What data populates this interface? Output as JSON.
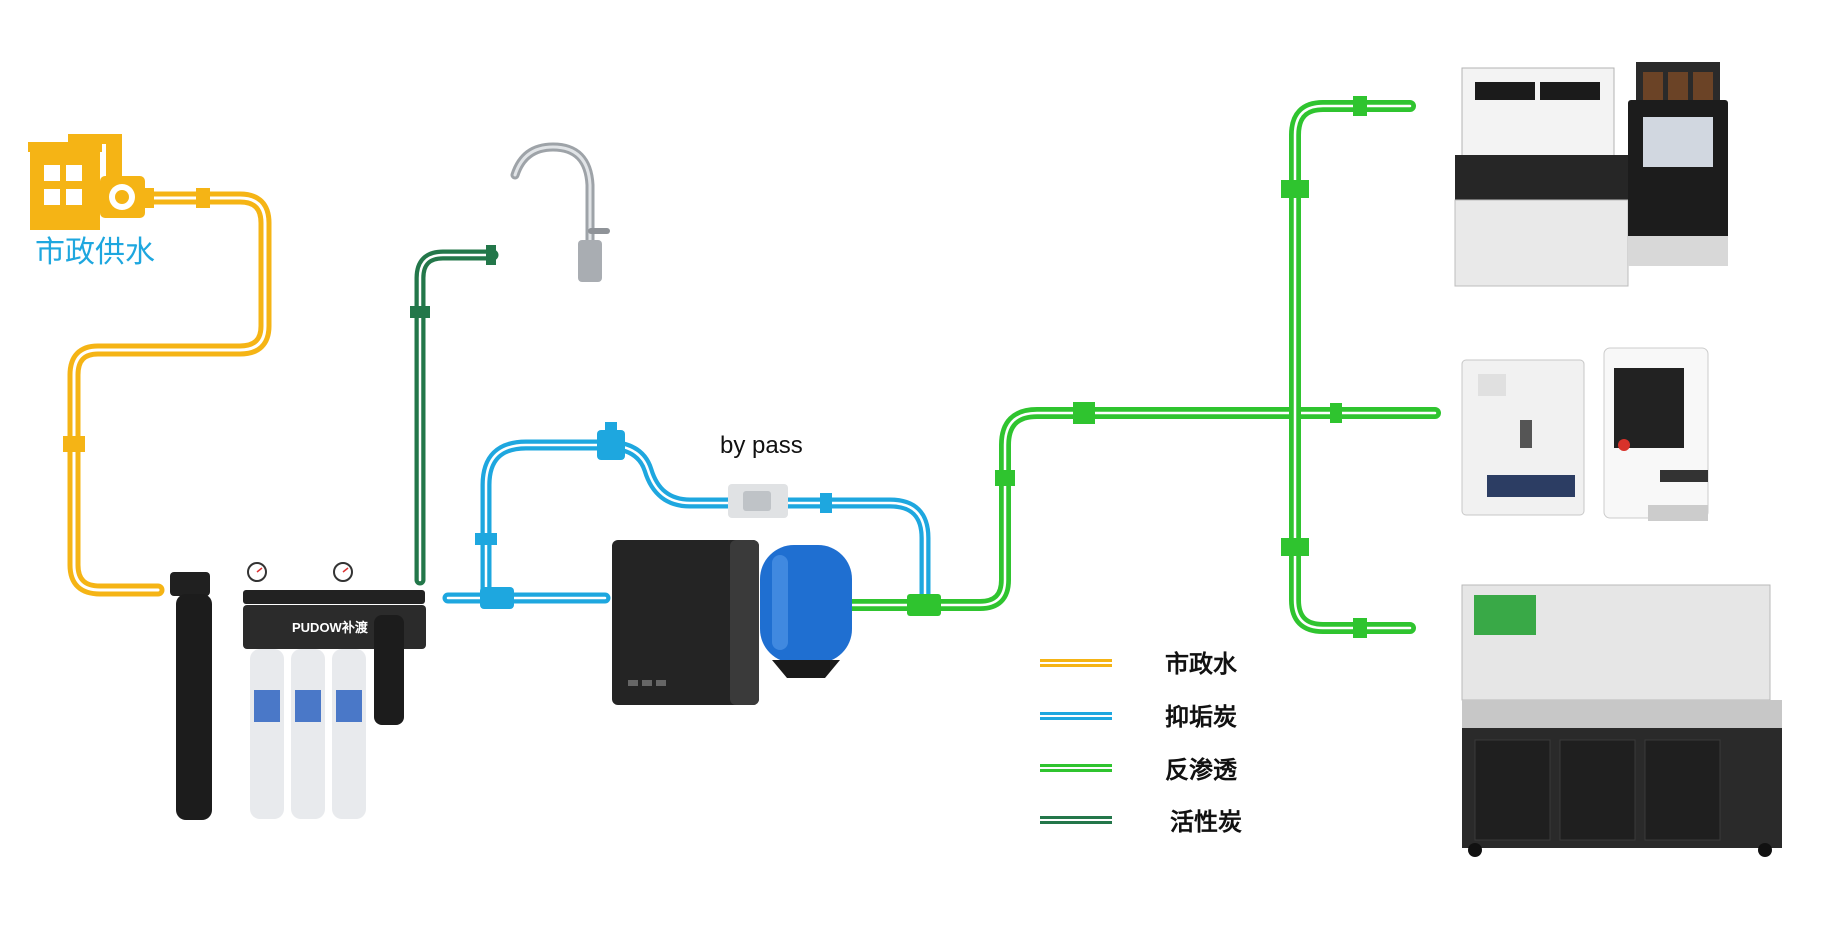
{
  "labels": {
    "municipal_supply": "市政供水",
    "bypass": "by pass",
    "filter_brand": "PUDOW补渡"
  },
  "legend": [
    {
      "key": "municipal",
      "label": "市政水",
      "color": "#f5b415"
    },
    {
      "key": "antiscale",
      "label": "抑垢炭",
      "color": "#1ea7df"
    },
    {
      "key": "ro",
      "label": "反渗透",
      "color": "#2fc42f"
    },
    {
      "key": "carbon",
      "label": "活性炭",
      "color": "#23774a"
    }
  ],
  "icons": {
    "source": "building-pump-icon",
    "faucet": "faucet-icon",
    "filter": "filter-cartridge-icon",
    "ro_unit": "ro-machine-icon",
    "tank": "pressure-tank-icon",
    "valve": "valve-icon",
    "ice_machine": "ice-machine-icon",
    "coffee_machine": "coffee-machine-icon",
    "water_boiler": "water-boiler-icon",
    "steam_machine": "steam-machine-icon",
    "counter": "tea-counter-icon"
  }
}
